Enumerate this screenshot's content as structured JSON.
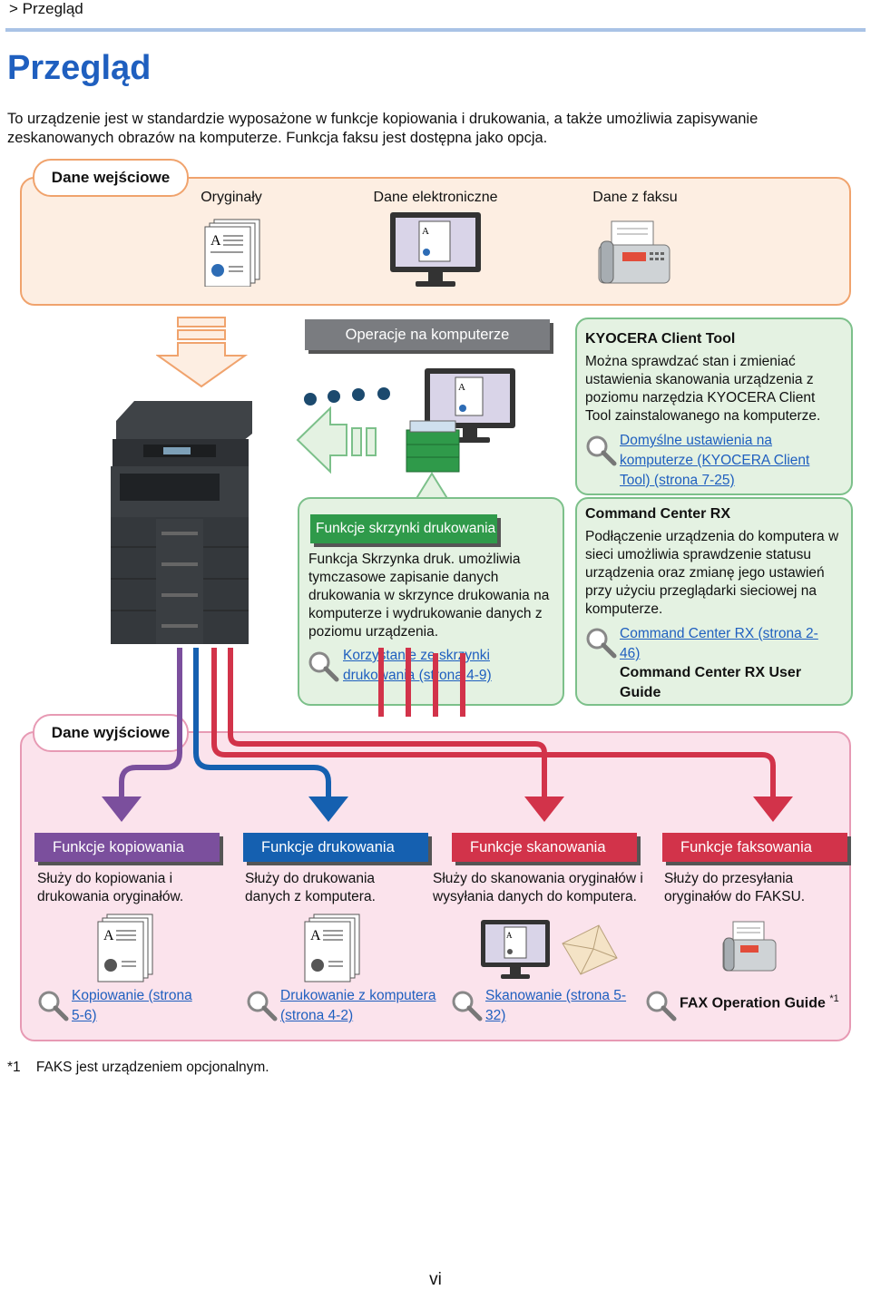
{
  "breadcrumb": "> Przegląd",
  "title": "Przegląd",
  "intro": "To urządzenie jest w standardzie wyposażone w funkcje kopiowania i drukowania, a także umożliwia zapisywanie zeskanowanych obrazów na komputerze. Funkcja faksu jest dostępna jako opcja.",
  "input": {
    "tab": "Dane wejściowe",
    "items": [
      "Oryginały",
      "Dane elektroniczne",
      "Dane z faksu"
    ]
  },
  "pc_ops": "Operacje na komputerze",
  "client_tool": {
    "title": "KYOCERA Client Tool",
    "text": "Można sprawdzać stan i zmieniać ustawienia skanowania urządzenia z poziomu narzędzia KYOCERA Client Tool zainstalowanego na komputerze.",
    "link": "Domyślne ustawienia na komputerze (KYOCERA Client Tool) (strona 7-25)"
  },
  "print_box": {
    "title": "Funkcje skrzynki drukowania",
    "text": "Funkcja Skrzynka druk. umożliwia tymczasowe zapisanie danych drukowania w skrzynce drukowania na komputerze i wydrukowanie danych z poziomu urządzenia.",
    "link": "Korzystanie ze skrzynki drukowania (strona 4-9)"
  },
  "ccrx": {
    "title": "Command Center RX",
    "text": "Podłączenie urządzenia do komputera w sieci umożliwia sprawdzenie statusu urządzenia oraz zmianę jego ustawień przy użyciu przeglądarki sieciowej na komputerze.",
    "link": "Command Center RX (strona 2-46)",
    "guide": "Command Center RX User Guide"
  },
  "output": {
    "tab": "Dane wyjściowe",
    "functions": [
      {
        "title": "Funkcje kopiowania",
        "desc": "Służy do kopiowania i drukowania oryginałów.",
        "link": "Kopiowanie (strona 5-6)",
        "color": "#7b4f9d"
      },
      {
        "title": "Funkcje drukowania",
        "desc": "Służy do drukowania danych z komputera.",
        "link": "Drukowanie z komputera (strona 4-2)",
        "color": "#1560b0"
      },
      {
        "title": "Funkcje skanowania",
        "desc": "Służy do skanowania oryginałów i wysyłania danych do komputera.",
        "link": "Skanowanie (strona 5-32)",
        "color": "#d2334a"
      },
      {
        "title": "Funkcje faksowania",
        "desc": "Służy do przesyłania oryginałów do FAKSU.",
        "link": "FAX Operation Guide",
        "link_sup": "*1",
        "color": "#d2334a"
      }
    ]
  },
  "footnote": "*1    FAKS jest urządzeniem opcjonalnym.",
  "page_number": "vi"
}
